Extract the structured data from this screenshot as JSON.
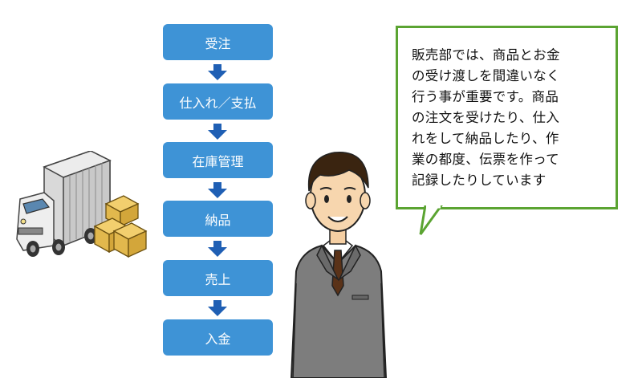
{
  "flow": {
    "steps": [
      "受注",
      "仕入れ／支払",
      "在庫管理",
      "納品",
      "売上",
      "入金"
    ]
  },
  "speech": {
    "lines": [
      "販売部では、商品とお金",
      "の受け渡しを間違いなく",
      "行う事が重要です。商品",
      "の注文を受けたり、仕入",
      "れをして納品したり、作",
      "業の都度、伝票を作って",
      "記録したりしています"
    ]
  },
  "colors": {
    "step_fill": "#3e93d6",
    "arrow": "#1f5fb4",
    "bubble_border": "#5ba432"
  },
  "icons": [
    "truck-icon",
    "boxes-icon",
    "businessman-icon"
  ]
}
